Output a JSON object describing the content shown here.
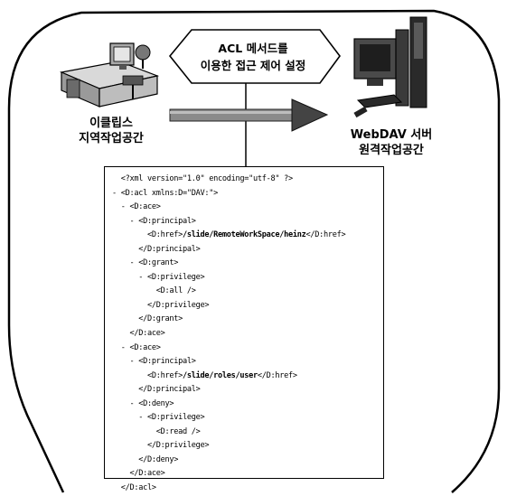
{
  "center_label": {
    "line1": "ACL 메서드를",
    "line2": "이용한 접근 제어 설정"
  },
  "left_label": {
    "line1": "이클립스",
    "line2": "지역작업공간"
  },
  "right_label": {
    "line1": "WebDAV 서버",
    "line2": "원격작업공간"
  },
  "xml": {
    "lines": [
      {
        "indent": "  ",
        "text": "<?xml version=\"1.0\" encoding=\"utf-8\" ?>"
      },
      {
        "indent": "",
        "text": "- <D:acl xmlns:D=\"DAV:\">"
      },
      {
        "indent": "  ",
        "text": "- <D:ace>"
      },
      {
        "indent": "    ",
        "text": "- <D:principal>"
      },
      {
        "indent": "        ",
        "pre": "<D:href>",
        "bold": "/slide/RemoteWorkSpace/heinz",
        "post": "</D:href>"
      },
      {
        "indent": "      ",
        "text": "</D:principal>"
      },
      {
        "indent": "    ",
        "text": "- <D:grant>"
      },
      {
        "indent": "      ",
        "text": "- <D:privilege>"
      },
      {
        "indent": "          ",
        "text": "<D:all />"
      },
      {
        "indent": "        ",
        "text": "</D:privilege>"
      },
      {
        "indent": "      ",
        "text": "</D:grant>"
      },
      {
        "indent": "    ",
        "text": "</D:ace>"
      },
      {
        "indent": "  ",
        "text": "- <D:ace>"
      },
      {
        "indent": "    ",
        "text": "- <D:principal>"
      },
      {
        "indent": "        ",
        "pre": "<D:href>",
        "bold": "/slide/roles/user",
        "post": "</D:href>"
      },
      {
        "indent": "      ",
        "text": "</D:principal>"
      },
      {
        "indent": "    ",
        "text": "- <D:deny>"
      },
      {
        "indent": "      ",
        "text": "- <D:privilege>"
      },
      {
        "indent": "          ",
        "text": "<D:read />"
      },
      {
        "indent": "        ",
        "text": "</D:privilege>"
      },
      {
        "indent": "      ",
        "text": "</D:deny>"
      },
      {
        "indent": "    ",
        "text": "</D:ace>"
      },
      {
        "indent": "  ",
        "text": "</D:acl>"
      }
    ]
  },
  "icons": {
    "left": "workstation-desk-icon",
    "right": "server-computer-icon",
    "arrow": "right-arrow-icon"
  }
}
